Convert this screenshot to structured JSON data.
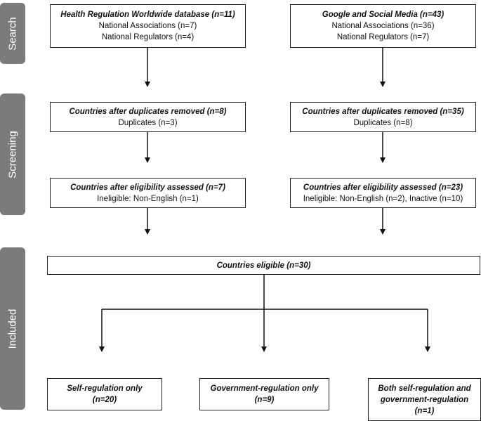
{
  "phases": {
    "search": "Search",
    "screening": "Screening",
    "included": "Included"
  },
  "left": {
    "source": {
      "title": "Health Regulation Worldwide database (n=11)",
      "line1": "National Associations (n=7)",
      "line2": "National Regulators (n=4)"
    },
    "dedup": {
      "title": "Countries after duplicates removed (n=8)",
      "line1": "Duplicates (n=3)"
    },
    "eligibility": {
      "title": "Countries after eligibility assessed (n=7)",
      "line1": "Ineligible: Non-English (n=1)"
    }
  },
  "right": {
    "source": {
      "title": "Google and Social Media (n=43)",
      "line1": "National Associations (n=36)",
      "line2": "National Regulators (n=7)"
    },
    "dedup": {
      "title": "Countries after duplicates removed (n=35)",
      "line1": "Duplicates (n=8)"
    },
    "eligibility": {
      "title": "Countries after eligibility assessed (n=23)",
      "line1": "Ineligible: Non-English (n=2), Inactive (n=10)"
    }
  },
  "eligible": {
    "title": "Countries eligible (n=30)"
  },
  "outcomes": {
    "self": {
      "line1": "Self-regulation only",
      "line2": "(n=20)"
    },
    "government": {
      "line1": "Government-regulation only",
      "line2": "(n=9)"
    },
    "both": {
      "line1": "Both self-regulation and",
      "line2": "government-regulation",
      "line3": "(n=1)"
    }
  }
}
